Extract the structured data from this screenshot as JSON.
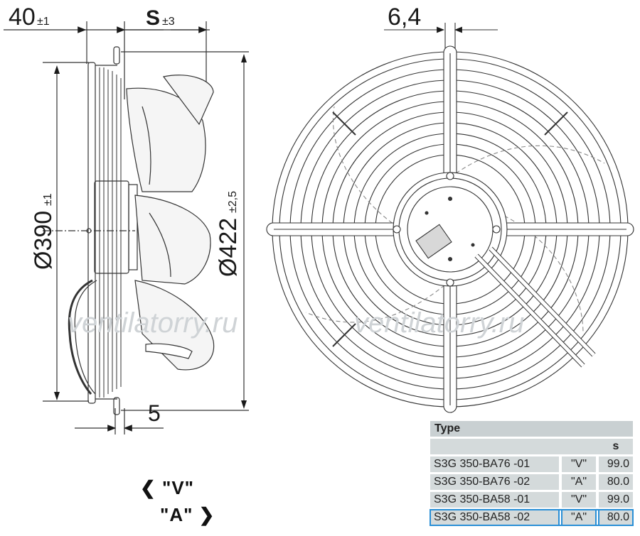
{
  "dimensions": {
    "dist_40": "40",
    "dist_40_tol": "±1",
    "s_label": "S",
    "s_tol": "±3",
    "dist_64": "6,4",
    "diam_390": "Ø390",
    "diam_390_tol": "±1",
    "diam_422": "Ø422",
    "diam_422_tol": "±2,5",
    "dist_5": "5"
  },
  "watermark": {
    "left": "ventilatorry.ru",
    "right": "ventilatorry.ru"
  },
  "flow": {
    "v_label": "❮ \"V\"",
    "a_label": "\"A\" ❯"
  },
  "table": {
    "title": "Type",
    "s_header": "s",
    "rows": [
      {
        "type": "S3G 350-BA76 -01",
        "dir": "\"V\"",
        "s": "99.0"
      },
      {
        "type": "S3G 350-BA76 -02",
        "dir": "\"A\"",
        "s": "80.0"
      },
      {
        "type": "S3G 350-BA58 -01",
        "dir": "\"V\"",
        "s": "99.0"
      },
      {
        "type": "S3G 350-BA58 -02",
        "dir": "\"A\"",
        "s": "80.0"
      }
    ]
  },
  "colors": {
    "line": "#333333",
    "table_bg": "#d4dadb",
    "highlight": "#2a8fd6"
  }
}
